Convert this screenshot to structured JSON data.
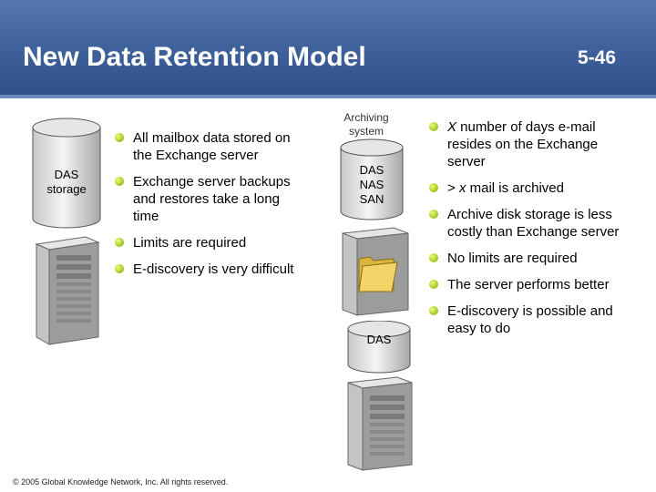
{
  "header": {
    "title": "New Data Retention Model",
    "slide_number": "5-46"
  },
  "left": {
    "storage_label_line1": "DAS",
    "storage_label_line2": "storage",
    "bullets": [
      {
        "text": "All mailbox data stored on the Exchange server"
      },
      {
        "text": "Exchange server backups and restores take a long time"
      },
      {
        "text": "Limits are required"
      },
      {
        "text": "E-discovery is very difficult"
      }
    ]
  },
  "middle": {
    "archiving_line1": "Archiving",
    "archiving_line2": "system",
    "top_storage_line1": "DAS",
    "top_storage_line2": "NAS",
    "top_storage_line3": "SAN",
    "bottom_storage_label": "DAS"
  },
  "right": {
    "bullets": [
      {
        "em": "X",
        "text": " number of days e-mail resides on the Exchange server"
      },
      {
        "text": "> ",
        "em": "x",
        "text2": " mail is archived"
      },
      {
        "text": "Archive disk storage is less costly than Exchange server"
      },
      {
        "text": "No limits are required"
      },
      {
        "text": "The server performs better"
      },
      {
        "text": "E-discovery is possible and easy to do"
      }
    ]
  },
  "footer": {
    "copyright": "© 2005 Global Knowledge Network, Inc. All rights reserved."
  },
  "colors": {
    "header": "#3c5f9a",
    "bullet": "#9cc21a"
  }
}
